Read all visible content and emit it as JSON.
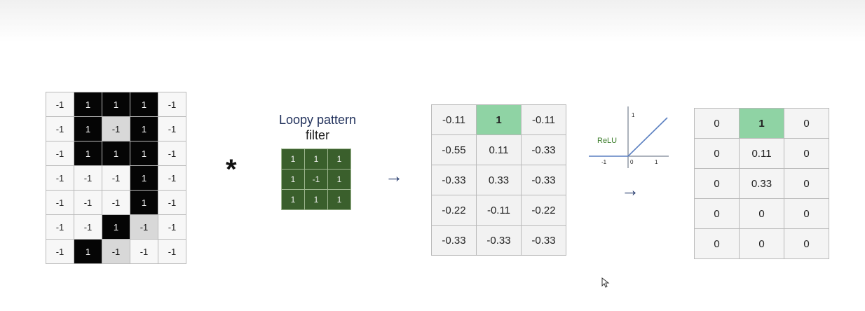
{
  "input_grid": {
    "rows": [
      [
        "-1",
        "1",
        "1",
        "1",
        "-1"
      ],
      [
        "-1",
        "1",
        "-1",
        "1",
        "-1"
      ],
      [
        "-1",
        "1",
        "1",
        "1",
        "-1"
      ],
      [
        "-1",
        "-1",
        "-1",
        "1",
        "-1"
      ],
      [
        "-1",
        "-1",
        "-1",
        "1",
        "-1"
      ],
      [
        "-1",
        "-1",
        "1",
        "-1",
        "-1"
      ],
      [
        "-1",
        "1",
        "-1",
        "-1",
        "-1"
      ]
    ],
    "shade": [
      [
        "white",
        "dark",
        "dark",
        "dark",
        "white"
      ],
      [
        "white",
        "dark",
        "light",
        "dark",
        "white"
      ],
      [
        "white",
        "dark",
        "dark",
        "dark",
        "white"
      ],
      [
        "white",
        "white",
        "white",
        "dark",
        "white"
      ],
      [
        "white",
        "white",
        "white",
        "dark",
        "white"
      ],
      [
        "white",
        "white",
        "dark",
        "light",
        "white"
      ],
      [
        "white",
        "dark",
        "light",
        "white",
        "white"
      ]
    ]
  },
  "operator": "*",
  "filter": {
    "title": "Loopy pattern",
    "subtitle": "filter",
    "rows": [
      [
        "1",
        "1",
        "1"
      ],
      [
        "1",
        "-1",
        "1"
      ],
      [
        "1",
        "1",
        "1"
      ]
    ],
    "color": "#3a5f2c"
  },
  "conv_output": {
    "rows": [
      [
        "-0.11",
        "1",
        "-0.11"
      ],
      [
        "-0.55",
        "0.11",
        "-0.33"
      ],
      [
        "-0.33",
        "0.33",
        "-0.33"
      ],
      [
        "-0.22",
        "-0.11",
        "-0.22"
      ],
      [
        "-0.33",
        "-0.33",
        "-0.33"
      ]
    ],
    "highlight": {
      "row": 0,
      "col": 1,
      "color": "#8fd3a4"
    }
  },
  "relu": {
    "label": "ReLU",
    "x_ticks": [
      "-1",
      "0",
      "1"
    ],
    "y_tick": "1",
    "line_color": "#5a7fc0",
    "label_color": "#3b7d2a"
  },
  "relu_output": {
    "rows": [
      [
        "0",
        "1",
        "0"
      ],
      [
        "0",
        "0.11",
        "0"
      ],
      [
        "0",
        "0.33",
        "0"
      ],
      [
        "0",
        "0",
        "0"
      ],
      [
        "0",
        "0",
        "0"
      ]
    ],
    "highlight": {
      "row": 0,
      "col": 1,
      "color": "#8fd3a4"
    }
  },
  "arrows": {
    "glyph": "→"
  }
}
